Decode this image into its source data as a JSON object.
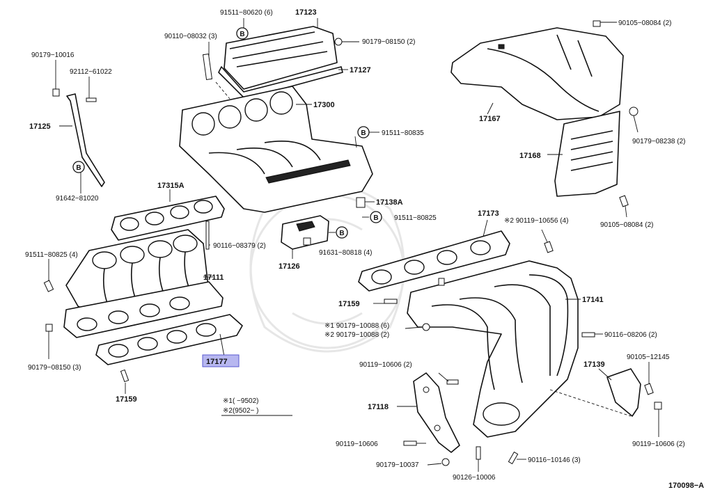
{
  "parts": {
    "p_17123": "17123",
    "p_91511_80620": "91511−80620 (6)",
    "p_90110_08032": "90110−08032 (3)",
    "p_90179_08150_2": "90179−08150 (2)",
    "p_17127": "17127",
    "p_17300": "17300",
    "p_90179_10016": "90179−10016",
    "p_92112_61022": "92112−61022",
    "p_17125": "17125",
    "p_91642_81020": "91642−81020",
    "p_91511_80835": "91511−80835",
    "p_17315A": "17315A",
    "p_17138A": "17138A",
    "p_91511_80825": "91511−80825",
    "p_90116_08379": "90116−08379 (2)",
    "p_17126": "17126",
    "p_91631_80818": "91631−80818 (4)",
    "p_91511_80825_4": "91511−80825 (4)",
    "p_17111": "17111",
    "p_90179_08150_3": "90179−08150 (3)",
    "p_17177": "17177",
    "p_17159_left": "17159",
    "p_note1": "※1(      −9502)",
    "p_note2": "※2(9502−        )",
    "p_90105_08084_top": "90105−08084 (2)",
    "p_17167": "17167",
    "p_90179_08238": "90179−08238 (2)",
    "p_17168": "17168",
    "p_90105_08084_bot": "90105−08084 (2)",
    "p_17173": "17173",
    "p_90119_10656": "※2 90119−10656 (4)",
    "p_17141": "17141",
    "p_17159_right": "17159",
    "p_90179_10088_6": "※1 90179−10088 (6)",
    "p_90179_10088_2": "※2 90179−10088 (2)",
    "p_90116_08206": "90116−08206 (2)",
    "p_90119_10606_2": "90119−10606 (2)",
    "p_17139": "17139",
    "p_90105_12145": "90105−12145",
    "p_17118": "17118",
    "p_90119_10606": "90119−10606",
    "p_90119_10606_2b": "90119−10606 (2)",
    "p_90179_10037": "90179−10037",
    "p_90116_10146": "90116−10146 (3)",
    "p_90126_10006": "90126−10006",
    "diagram_code": "170098−A",
    "badge_letter": "B"
  }
}
